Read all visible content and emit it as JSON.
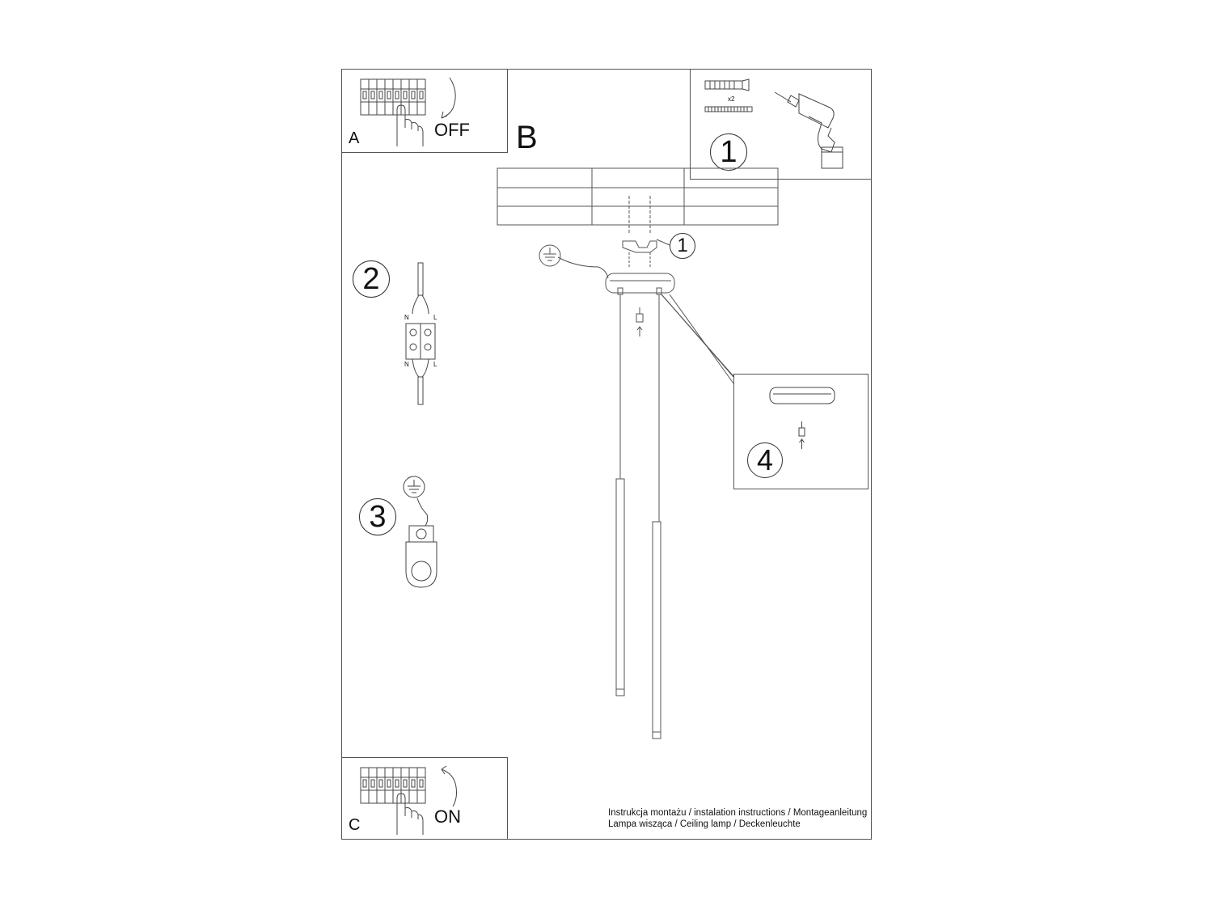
{
  "panels": {
    "a": {
      "letter": "A",
      "switch_label": "OFF"
    },
    "b": {
      "letter": "B"
    },
    "c": {
      "letter": "C",
      "switch_label": "ON"
    }
  },
  "steps": {
    "s1": "1",
    "s1_callout": "1",
    "s2": "2",
    "s3": "3",
    "s4": "4"
  },
  "hardware": {
    "quantity": "x2"
  },
  "terminal_labels": {
    "n_top": "N",
    "l_top": "L",
    "n_bottom": "N",
    "l_bottom": "L"
  },
  "caption": {
    "line1": "Instrukcja montażu / instalation instructions / Montageanleitung",
    "line2": "Lampa wisząca / Ceiling lamp / Deckenleuchte"
  }
}
